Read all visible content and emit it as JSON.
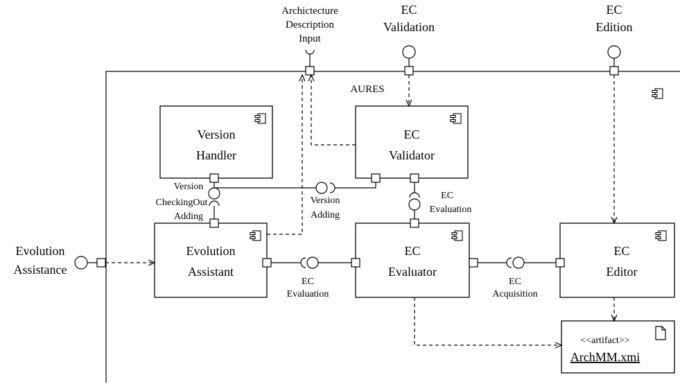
{
  "system": {
    "name": "AURES"
  },
  "external_interfaces": {
    "arch_input": [
      "Archictecture",
      "Description",
      "Input"
    ],
    "ec_validation": [
      "EC",
      "Validation"
    ],
    "ec_edition": [
      "EC",
      "Edition"
    ],
    "evolution_assistance": [
      "Evolution",
      "Assistance"
    ]
  },
  "components": {
    "version_handler": [
      "Version",
      "Handler"
    ],
    "ec_validator": [
      "EC",
      "Validator"
    ],
    "evolution_assistant": [
      "Evolution",
      "Assistant"
    ],
    "ec_evaluator": [
      "EC",
      "Evaluator"
    ],
    "ec_editor": [
      "EC",
      "Editor"
    ]
  },
  "interfaces": {
    "version_checkingout": [
      "Version",
      "CheckingOut",
      "Adding"
    ],
    "version_adding": [
      "Version",
      "Adding"
    ],
    "ec_evaluation_top": [
      "EC",
      "Evaluation"
    ],
    "ec_evaluation_bottom": [
      "EC",
      "Evaluation"
    ],
    "ec_acquisition": [
      "EC",
      "Acquisition"
    ]
  },
  "artifact": {
    "stereotype": "<<artifact>>",
    "name": "ArchMM.xmi"
  }
}
